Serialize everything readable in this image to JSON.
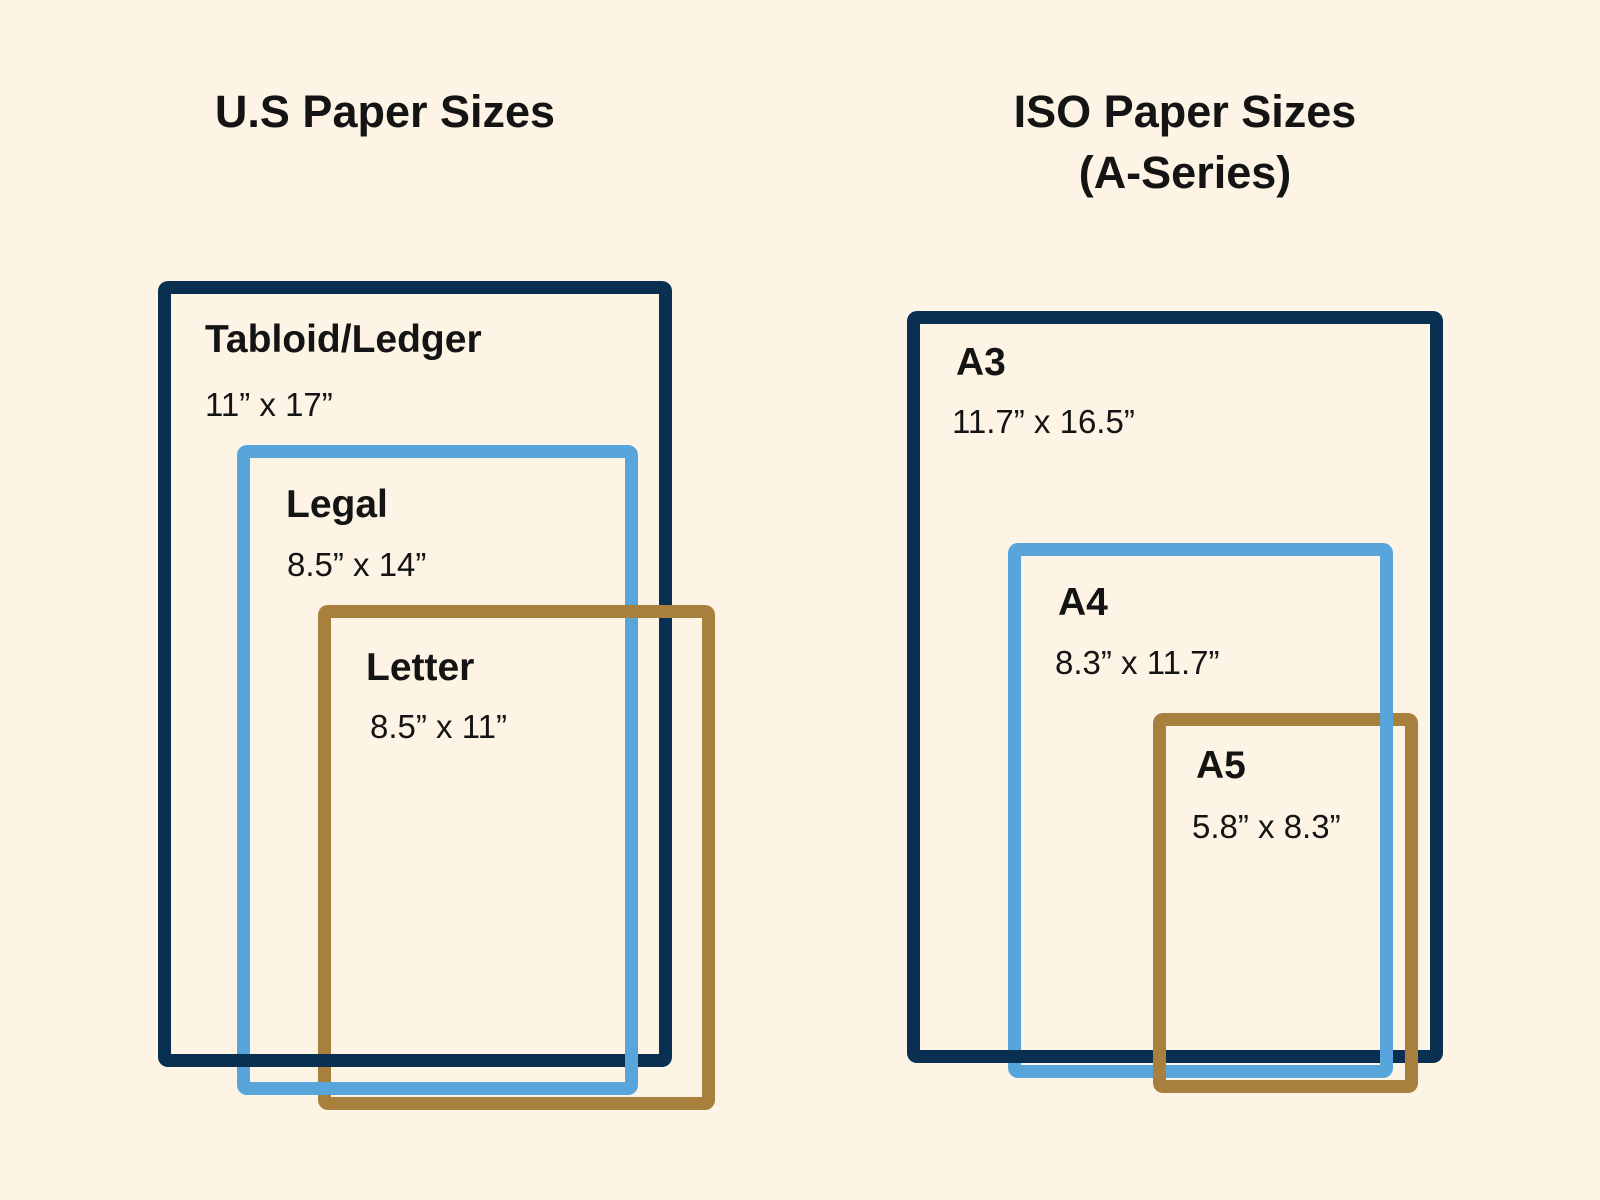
{
  "background_color": "#FDF4E5",
  "colors": {
    "navy": "#0A3051",
    "blue": "#58A5DB",
    "brown": "#A87F3D",
    "text": "#141414"
  },
  "left_diagram": {
    "title": "U.S Paper Sizes",
    "sizes": [
      {
        "name": "Tabloid/Ledger",
        "dimensions": "11” x 17”",
        "color": "#0A3051"
      },
      {
        "name": "Legal",
        "dimensions": "8.5” x 14”",
        "color": "#58A5DB"
      },
      {
        "name": "Letter",
        "dimensions": "8.5” x 11”",
        "color": "#A87F3D"
      }
    ]
  },
  "right_diagram": {
    "title_line1": "ISO Paper Sizes",
    "title_line2": "(A-Series)",
    "sizes": [
      {
        "name": "A3",
        "dimensions": "11.7” x 16.5”",
        "color": "#0A3051"
      },
      {
        "name": "A4",
        "dimensions": "8.3” x 11.7”",
        "color": "#58A5DB"
      },
      {
        "name": "A5",
        "dimensions": "5.8” x 8.3”",
        "color": "#A87F3D"
      }
    ]
  }
}
